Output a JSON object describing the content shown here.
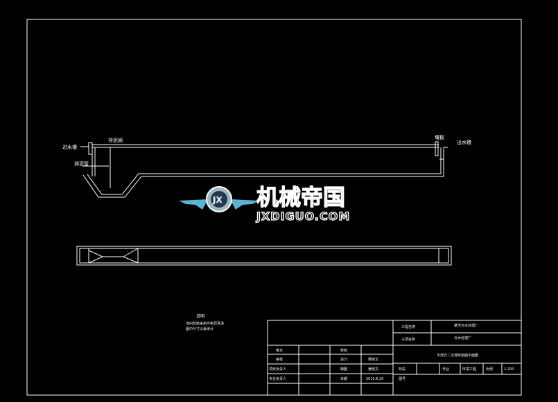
{
  "drawing": {
    "line_color": "#ffffff",
    "background": "#000000",
    "labels": {
      "inlet_slot": "进水槽",
      "sludge_pipe": "排泥管",
      "sludge_valve": "排泥阀",
      "weir_plate": "堰板",
      "outlet_slot": "出水槽"
    },
    "notes": {
      "heading": "说明",
      "line1": "池内防腐采用环氧沥青漆",
      "line2": "图中尺寸以毫米计"
    }
  },
  "watermark": {
    "cn": "机械帝国",
    "en": "JXDIGUO.COM",
    "emblem": "JX",
    "accent": "#5ab4d6"
  },
  "title_block": {
    "row1_left": "审定",
    "row1_mid": "校核",
    "row2_left": "审核",
    "row2_mid": "设计",
    "row2_mid_val": "吴晓文",
    "row3_left": "项目负责人",
    "row3_mid": "制图",
    "row3_mid_val": "吴晓文",
    "row4_left": "专业负责人",
    "row4_mid": "日期",
    "row4_mid_val": "2013.6.20",
    "project_label": "工程名称",
    "project_value": "某市污水处理厂",
    "item_label": "子项名称",
    "item_value": "污水处理厂",
    "drawing_title": "平流式二沉池纵剖面平面图",
    "stage_label": "阶段",
    "major_label": "专业",
    "major_value": "环境工程",
    "scale_label": "比例",
    "scale_value": "1:200",
    "sheet_label": "图号"
  }
}
